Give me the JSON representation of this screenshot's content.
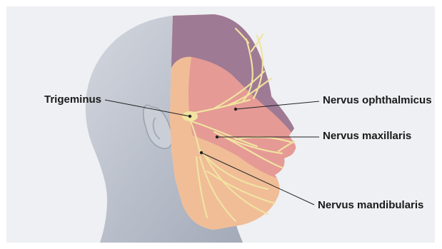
{
  "labels": {
    "trigeminus": "Trigeminus",
    "ophthalmicus": "Nervus ophthalmicus",
    "maxillaris": "Nervus maxillaris",
    "mandibularis": "Nervus mandibularis"
  },
  "colors": {
    "background": "#eef0f3",
    "skin": "#b9bfca",
    "ophthalmic_region": "#9e7a94",
    "maxillary_region": "#e59a95",
    "mandibular_region": "#f0bd97",
    "nerve": "#f1e3a0",
    "leader_line": "#222222"
  }
}
